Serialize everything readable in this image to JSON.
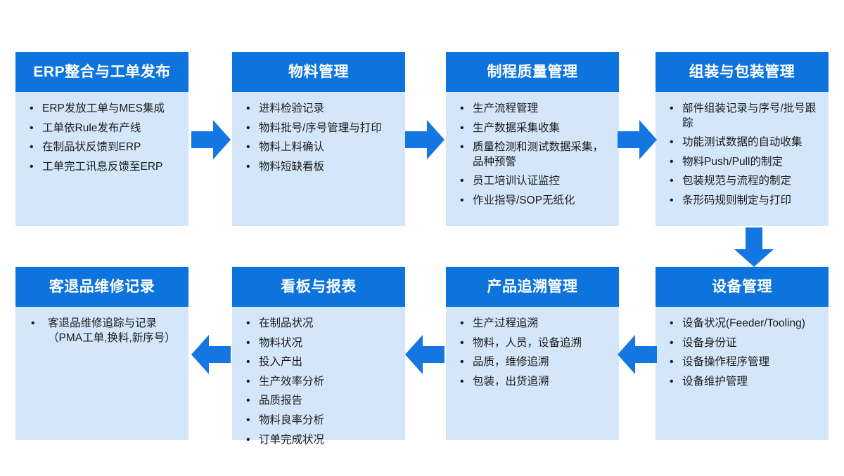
{
  "theme": {
    "header_blue": "#0d74dd",
    "body_blue": "#d4e7fa",
    "arrow_blue": "#1476e0",
    "text_dark": "#1a1a1a",
    "header_text": "#ffffff",
    "background": "#ffffff"
  },
  "diagram": {
    "type": "flow-diagram",
    "flow_direction": "left-to-right on top row, down on right side, right-to-left on bottom row",
    "cards": [
      {
        "id": "erp",
        "title": "ERP整合与工单发布",
        "items": [
          "ERP发放工单与MES集成",
          "工单依Rule发布产线",
          "在制品状反馈到ERP",
          "工单完工讯息反馈至ERP"
        ]
      },
      {
        "id": "material",
        "title": "物料管理",
        "items": [
          "进料检验记录",
          "物料批号/序号管理与打印",
          "物料上料确认",
          "物料短缺看板"
        ]
      },
      {
        "id": "quality",
        "title": "制程质量管理",
        "items": [
          "生产流程管理",
          "生产数据采集收集",
          "质量检测和测试数据采集，品种预警",
          "员工培训认证监控",
          "作业指导/SOP无纸化"
        ]
      },
      {
        "id": "assembly",
        "title": "组装与包装管理",
        "items": [
          "部件组装记录与序号/批号跟踪",
          "功能测试数据的自动收集",
          "物料Push/Pull的制定",
          "包装规范与流程的制定",
          "条形码规则制定与打印"
        ]
      },
      {
        "id": "equipment",
        "title": "设备管理",
        "items": [
          "设备状况(Feeder/Tooling)",
          "设备身份证",
          "设备操作程序管理",
          "设备维护管理"
        ]
      },
      {
        "id": "trace",
        "title": "产品追溯管理",
        "items": [
          "生产过程追溯",
          "物料，人员，设备追溯",
          "品质，维修追溯",
          "包装，出货追溯"
        ]
      },
      {
        "id": "kanban",
        "title": "看板与报表",
        "items": [
          "在制品状况",
          "物料状况",
          "投入产出",
          "生产效率分析",
          "品质报告",
          "物料良率分析",
          "订单完成状况"
        ]
      },
      {
        "id": "rma",
        "title": "客退品维修记录",
        "items": [
          "客退品维修追踪与记录（PMA工单,换料,新序号）"
        ]
      }
    ],
    "arrows": [
      {
        "id": "arrow-1",
        "direction": "right",
        "from": "erp",
        "to": "material"
      },
      {
        "id": "arrow-2",
        "direction": "right",
        "from": "material",
        "to": "quality"
      },
      {
        "id": "arrow-3",
        "direction": "right",
        "from": "quality",
        "to": "assembly"
      },
      {
        "id": "arrow-4",
        "direction": "down",
        "from": "assembly",
        "to": "equipment"
      },
      {
        "id": "arrow-5",
        "direction": "left",
        "from": "equipment",
        "to": "trace"
      },
      {
        "id": "arrow-6",
        "direction": "left",
        "from": "trace",
        "to": "kanban"
      },
      {
        "id": "arrow-7",
        "direction": "left",
        "from": "kanban",
        "to": "rma"
      }
    ]
  }
}
